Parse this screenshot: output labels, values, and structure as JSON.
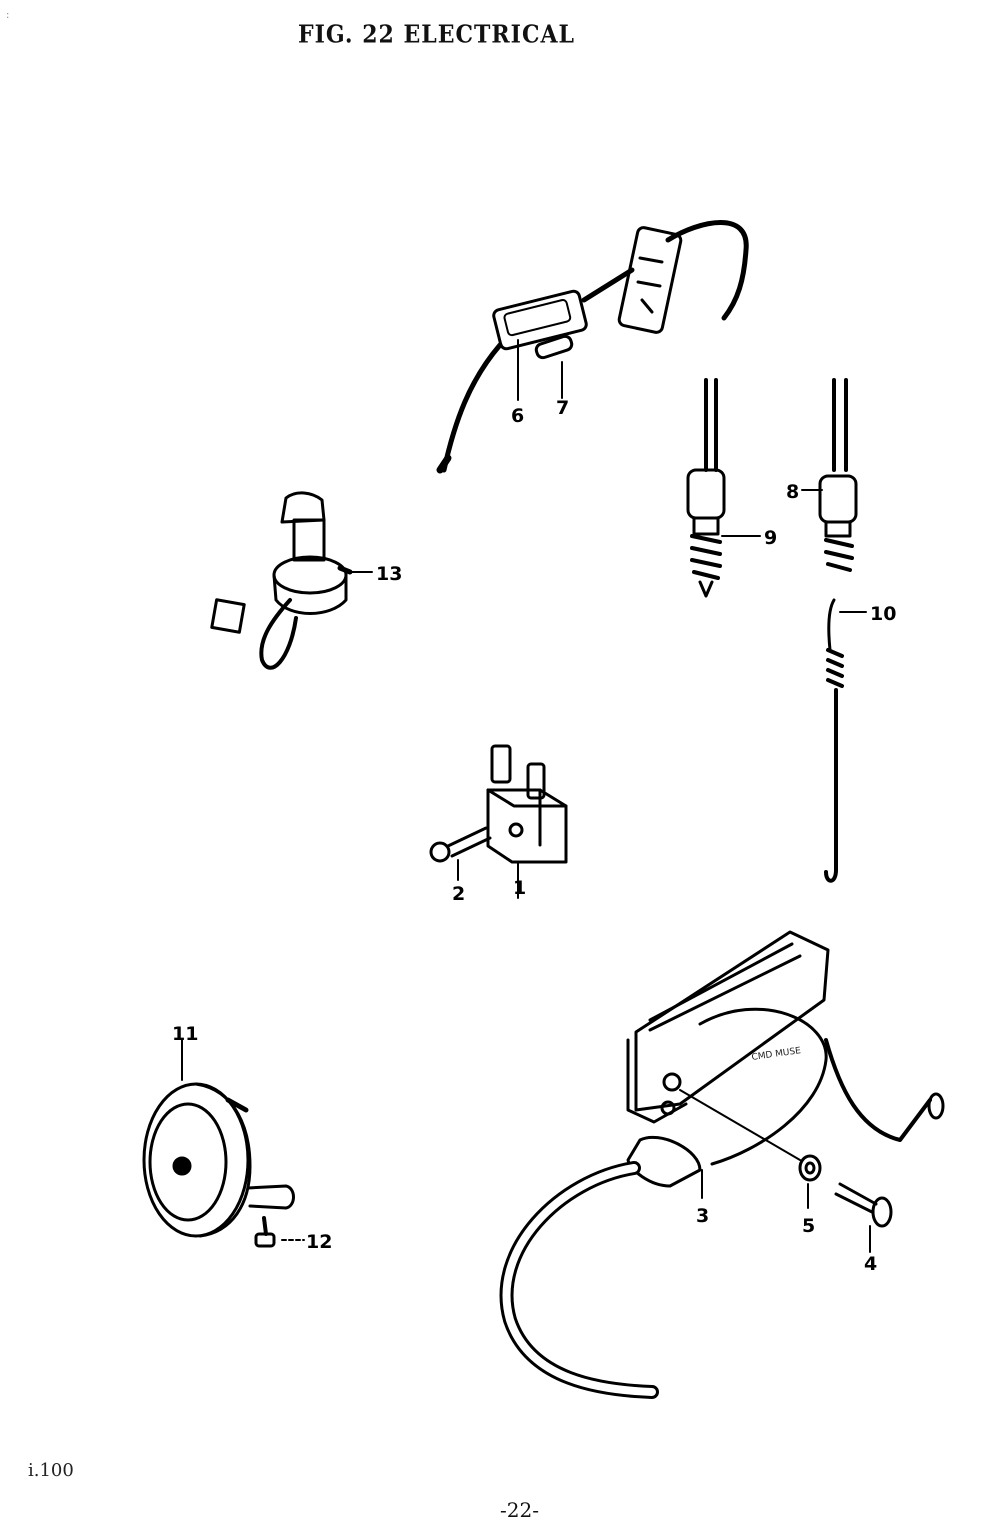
{
  "header": {
    "title": "FIG. 22 ELECTRICAL"
  },
  "footer": {
    "model": "i.100",
    "page": "-22-"
  },
  "callouts": [
    "1",
    "2",
    "3",
    "4",
    "5",
    "6",
    "7",
    "8",
    "9",
    "10",
    "11",
    "12",
    "13"
  ],
  "component_label": "CMD MUSE"
}
